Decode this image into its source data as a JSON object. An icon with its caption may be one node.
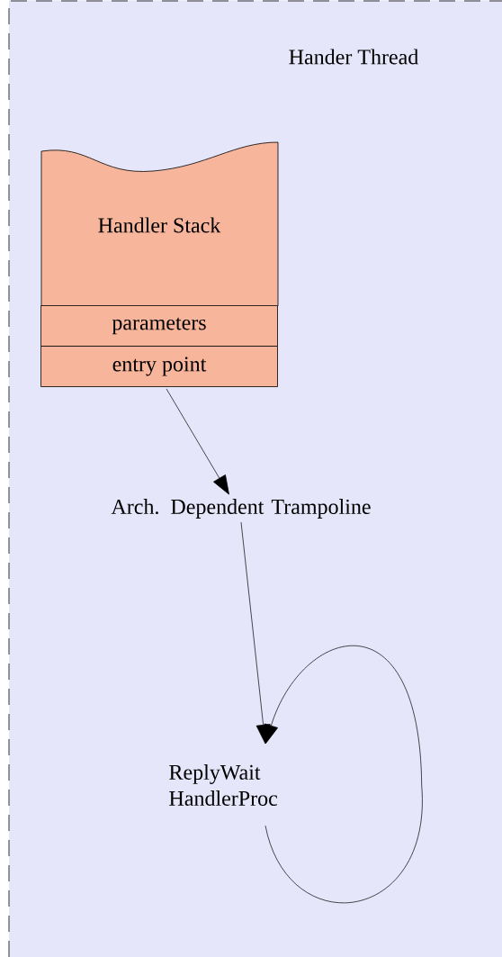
{
  "diagram": {
    "nodes": [
      {
        "text": [
          "Hander Thread"
        ]
      },
      {
        "text": [
          "Handler Stack"
        ],
        "in": 0
      },
      {
        "text": [
          "parameters"
        ],
        "in": 1
      },
      {
        "text": [
          "entry point"
        ],
        "in": 1
      },
      {
        "text": [
          "Arch. Dependent Trampoline"
        ],
        "in": 0
      },
      {
        "text": [
          "ReplyWait HandlerProc"
        ],
        "in": 0
      }
    ],
    "edges": [
      {
        "from": 3,
        "to": 4,
        "arrow": "to"
      },
      {
        "from": 4,
        "to": 5,
        "arrow": "to"
      },
      {
        "from": 5,
        "to": 5,
        "arrow": "to"
      }
    ]
  }
}
